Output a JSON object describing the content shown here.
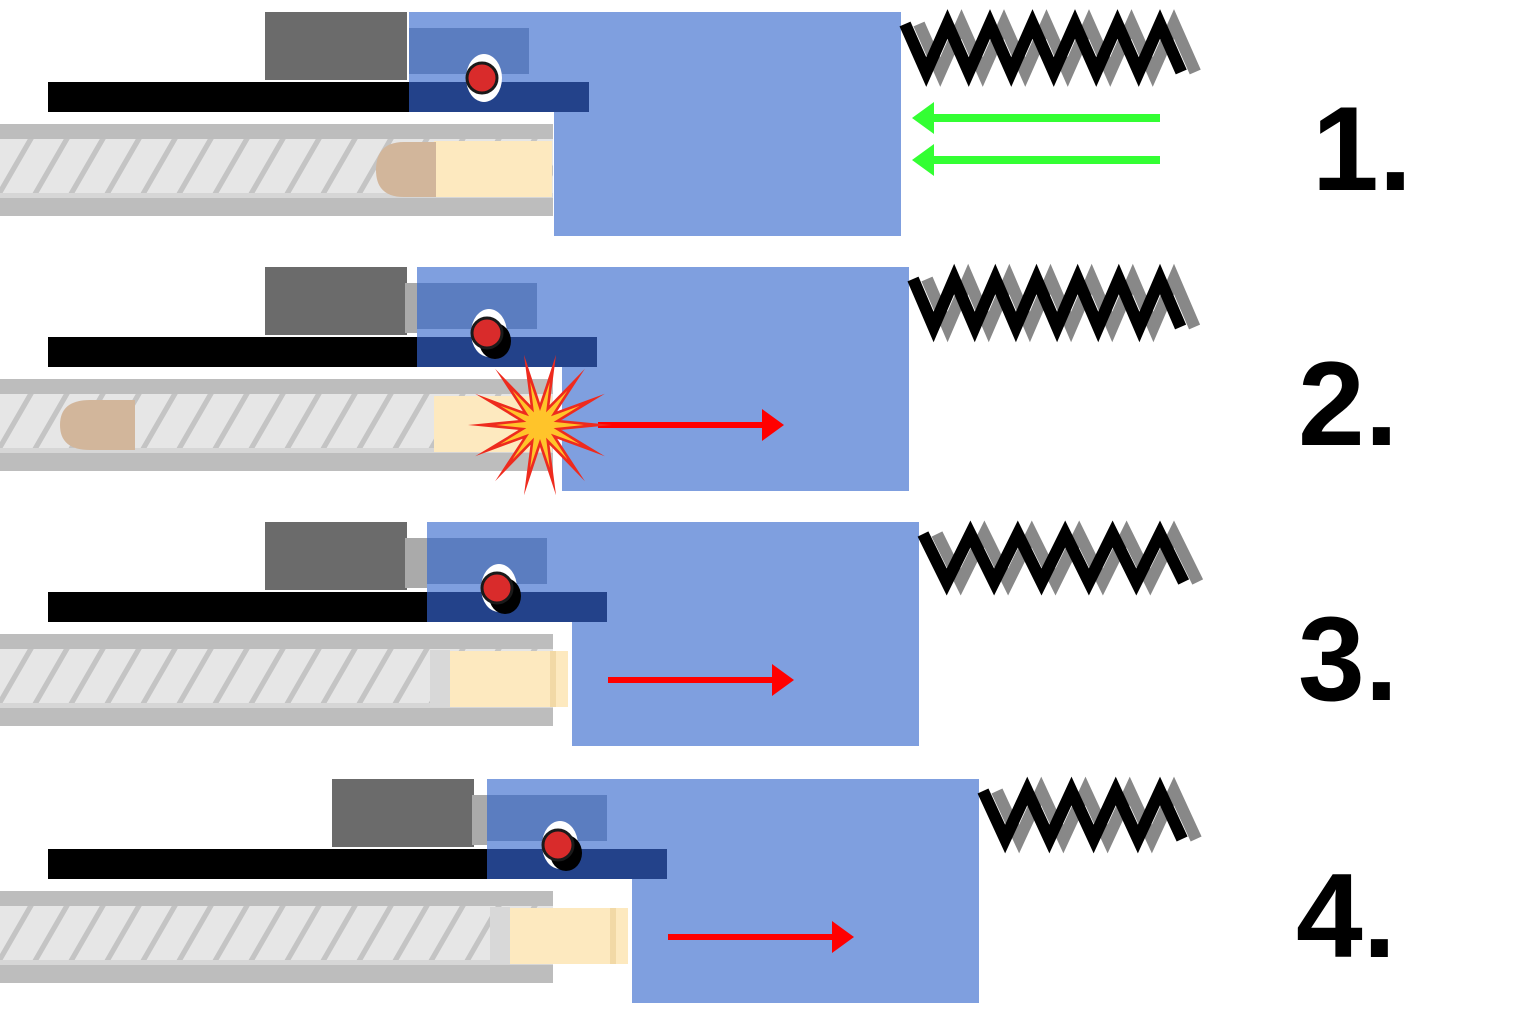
{
  "diagram": {
    "colors": {
      "background": "#ffffff",
      "bolt": "#7f9fdf",
      "bolt_lever": "#5b7dc0",
      "bolt_rail": "#23428a",
      "pin": "#d92b2b",
      "carrier_block": "#6b6b6b",
      "rail": "#000000",
      "barrel": "#bdbdbd",
      "barrel_bore": "#e6e6e6",
      "cartridge_case": "#fde9bf",
      "bullet": "#d2b69b",
      "spring": "#000000",
      "spring_shadow": "#888888",
      "recoil_arrow": "#ff0000",
      "spring_arrow": "#33ff33",
      "flash_outer": "#ee2b1e",
      "flash_inner": "#ffc42a"
    },
    "steps": [
      {
        "label": "1.",
        "arrow": "spring-push",
        "flash": false,
        "bullet": "in-chamber",
        "spring_coils": 6
      },
      {
        "label": "2.",
        "arrow": "recoil",
        "flash": true,
        "bullet": "in-barrel",
        "spring_coils": 6
      },
      {
        "label": "3.",
        "arrow": "recoil",
        "flash": false,
        "bullet": "none",
        "spring_coils": 5
      },
      {
        "label": "4.",
        "arrow": "recoil",
        "flash": false,
        "bullet": "none",
        "spring_coils": 4
      }
    ]
  }
}
